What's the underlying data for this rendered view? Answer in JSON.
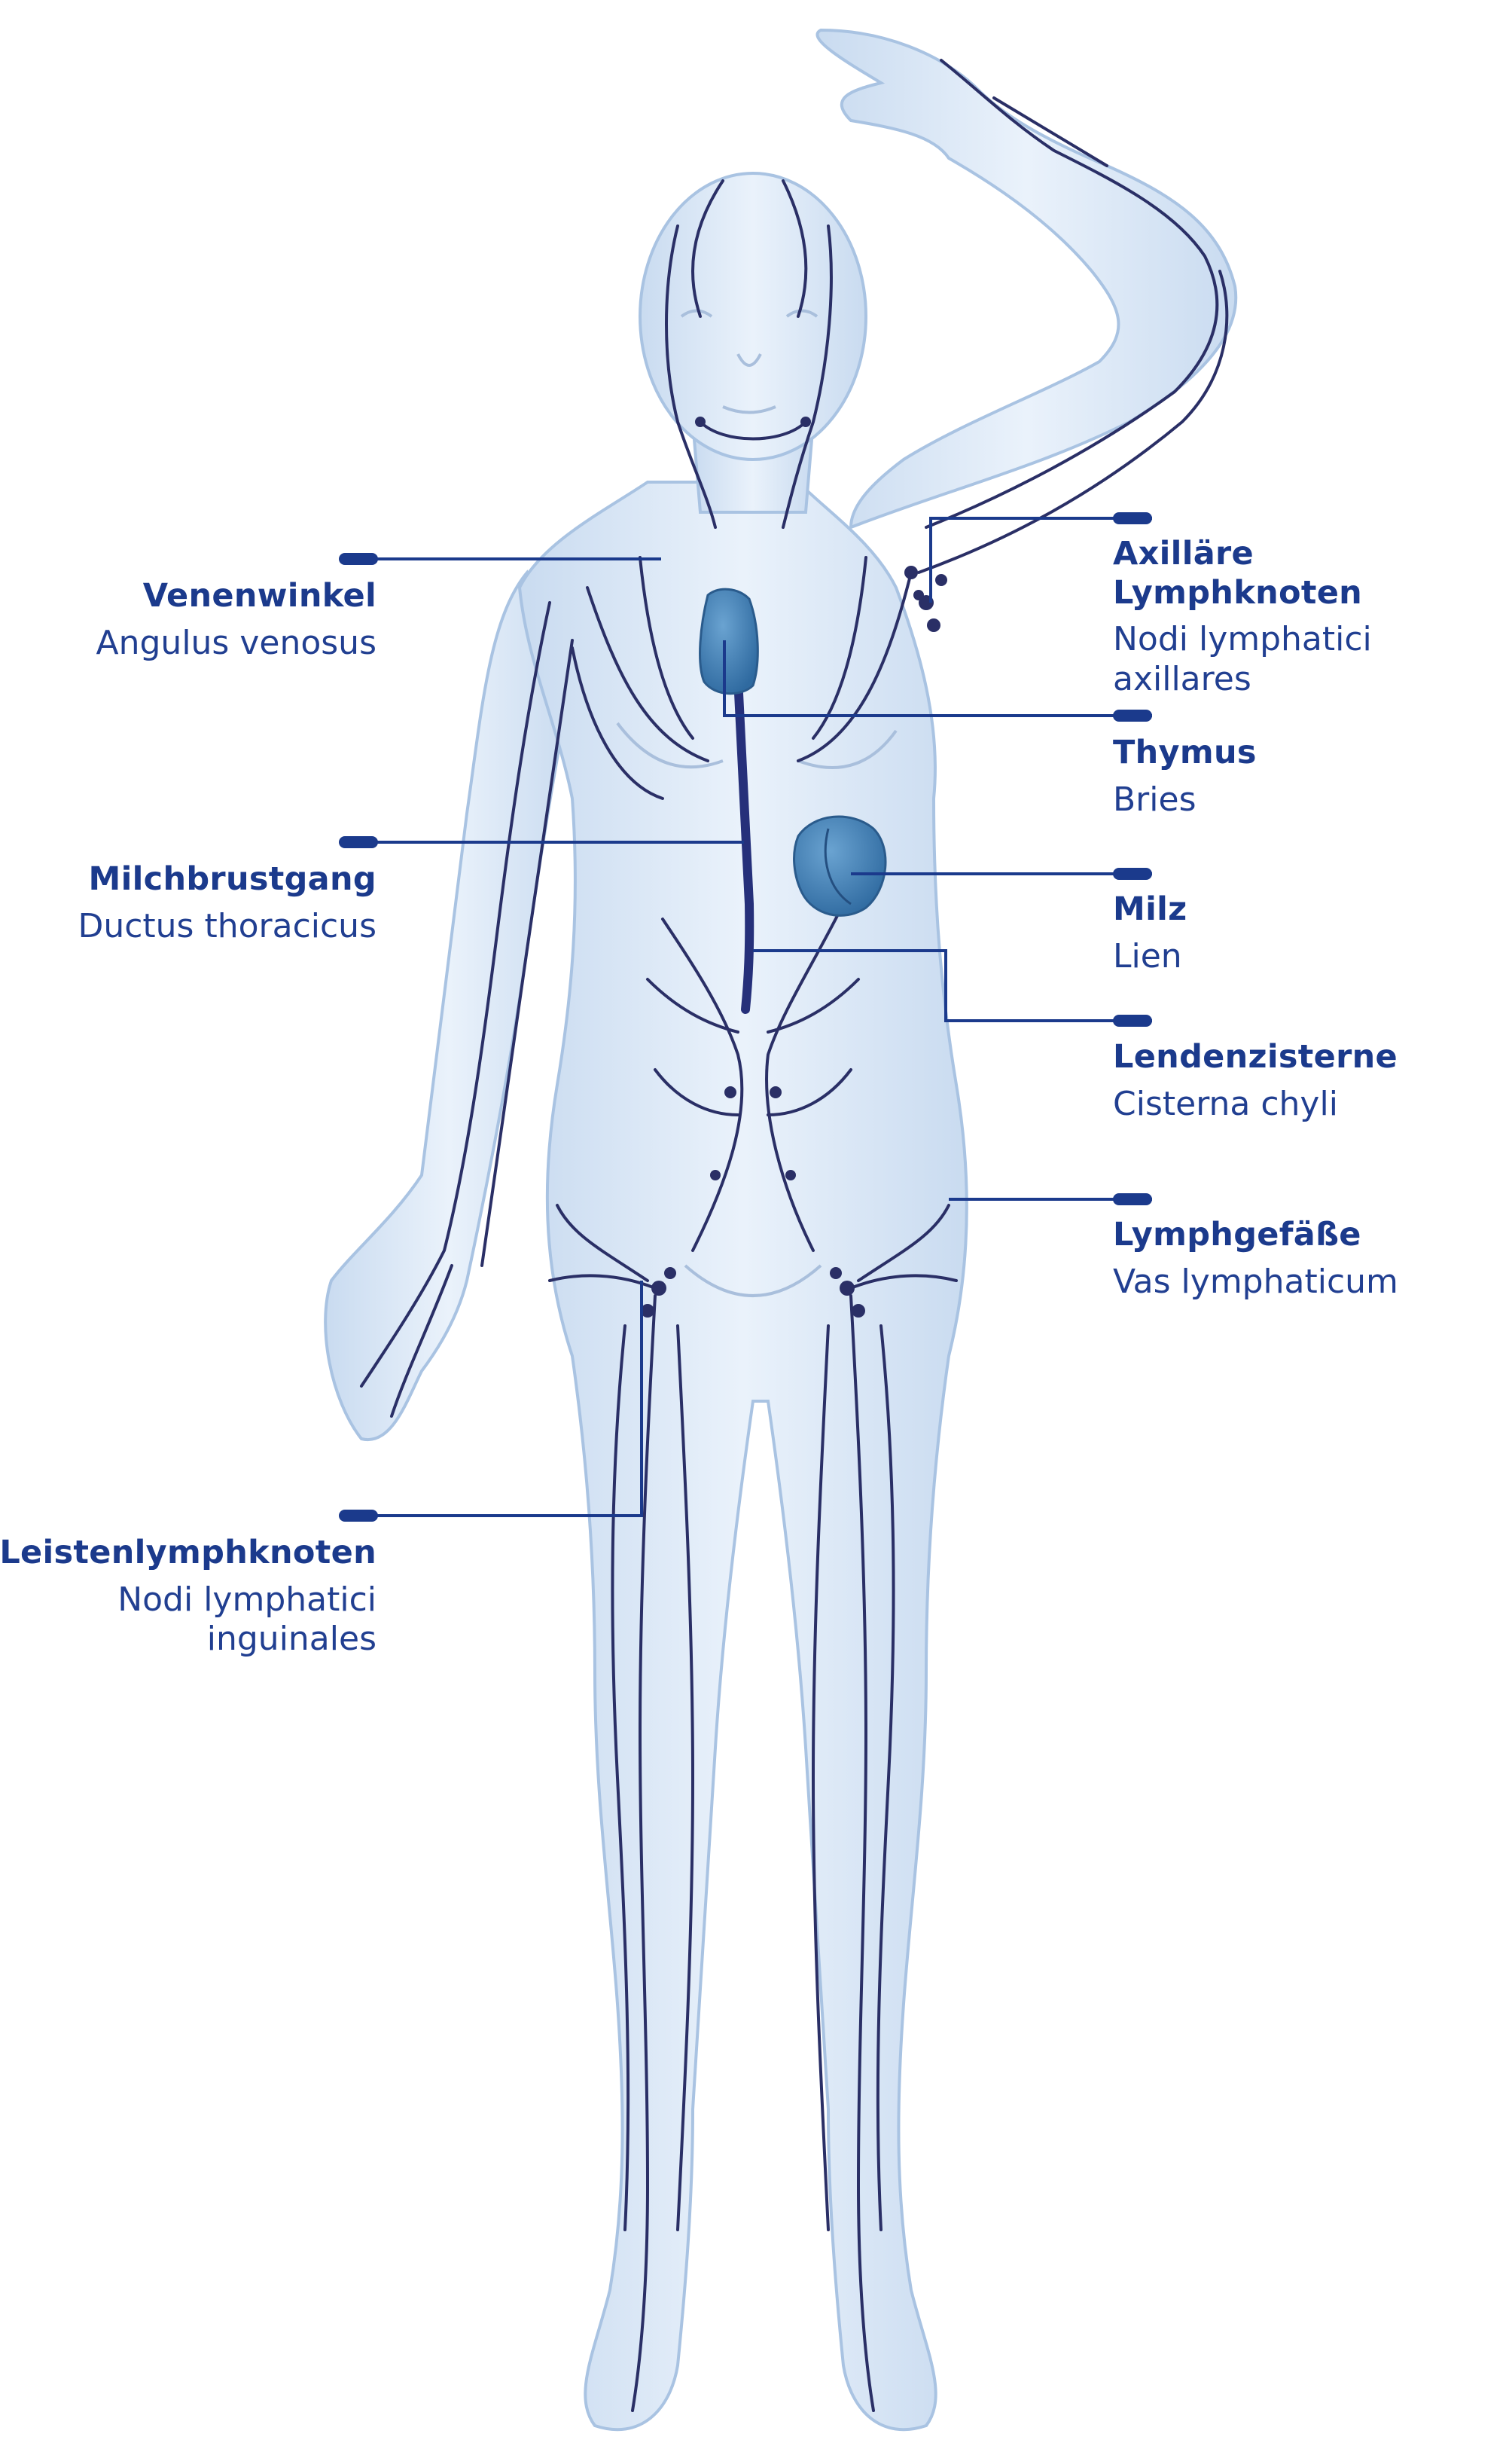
{
  "colors": {
    "accent": "#1b3a8c",
    "body_fill": "#dce8f6",
    "body_outline": "#a9c3e2",
    "vessel": "#2a2f66",
    "organ": "#3f79ad"
  },
  "labels": {
    "venenwinkel": {
      "name": "Venenwinkel",
      "latin": "Angulus venosus"
    },
    "milchbrustgang": {
      "name": "Milchbrustgang",
      "latin": "Ductus thoracicus"
    },
    "leistenlymphknoten": {
      "name": "Leistenlymphknoten",
      "latin": "Nodi lymphatici\ninguinales"
    },
    "axillaere": {
      "name": "Axilläre Lymphknoten",
      "latin": "Nodi lymphatici\naxillares"
    },
    "thymus": {
      "name": "Thymus",
      "latin": "Bries"
    },
    "milz": {
      "name": "Milz",
      "latin": "Lien"
    },
    "lendenzisterne": {
      "name": "Lendenzisterne",
      "latin": "Cisterna chyli"
    },
    "lymphgefaesse": {
      "name": "Lymphgefäße",
      "latin": "Vas lymphaticum"
    }
  }
}
